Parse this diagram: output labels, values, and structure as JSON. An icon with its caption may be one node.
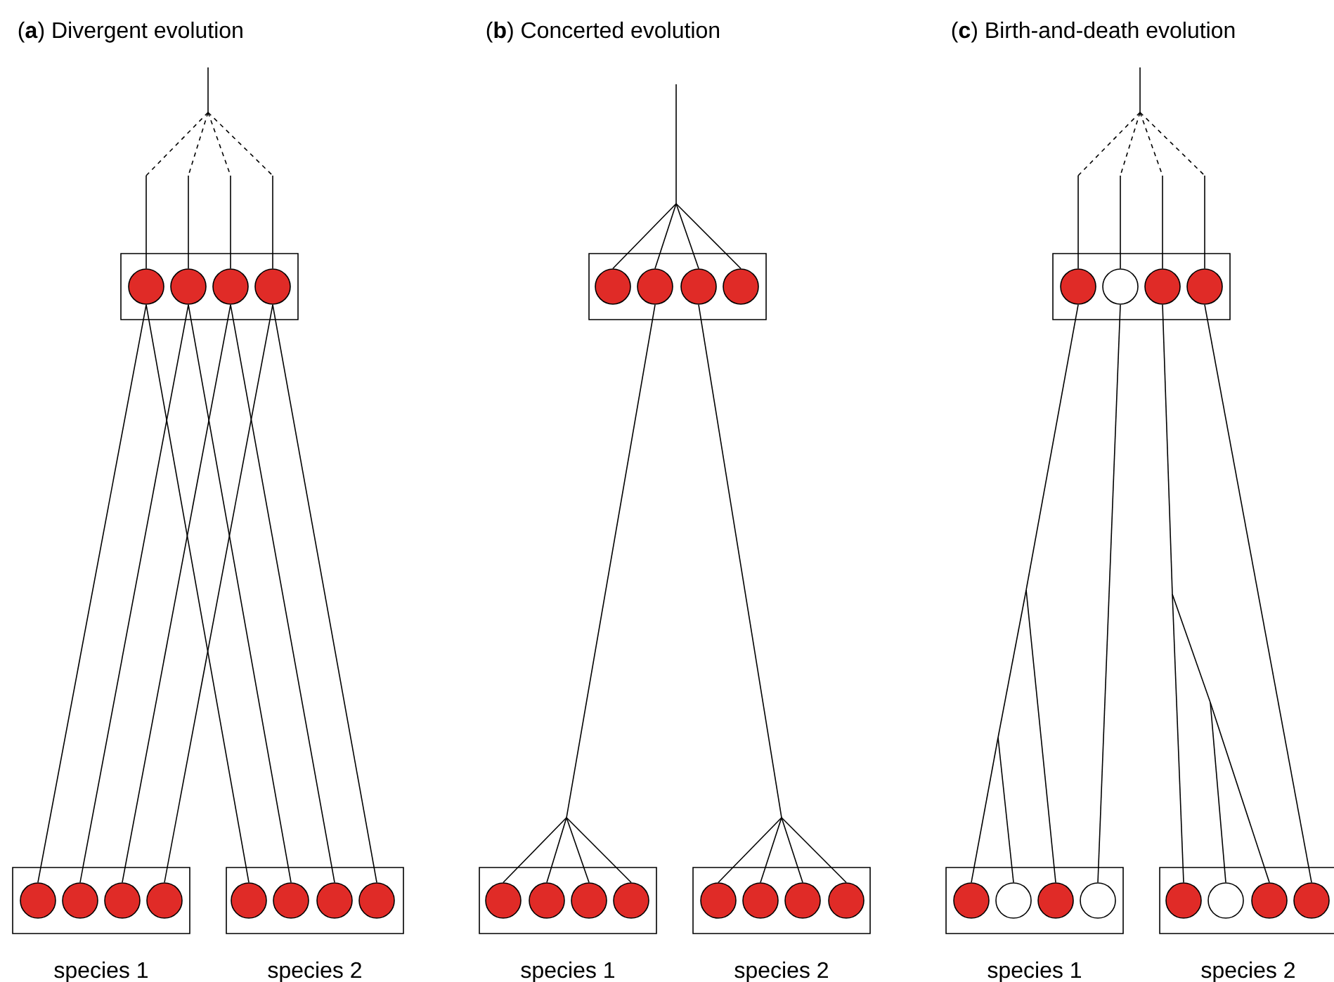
{
  "diagram": {
    "nodes": [
      {
        "text": [],
        "shape": "box"
      },
      {
        "text": [],
        "shape": "circle",
        "in": 0
      },
      {
        "text": [],
        "shape": "circle",
        "in": 0
      },
      {
        "text": [],
        "shape": "circle",
        "in": 0
      },
      {
        "text": [],
        "shape": "circle",
        "in": 0
      },
      {
        "text": [],
        "shape": "box",
        "beside": [
          "species 1"
        ]
      },
      {
        "text": [],
        "shape": "circle",
        "in": 5
      },
      {
        "text": [],
        "shape": "circle",
        "in": 5
      },
      {
        "text": [],
        "shape": "circle",
        "in": 5
      },
      {
        "text": [],
        "shape": "circle",
        "in": 5
      },
      {
        "text": [],
        "shape": "box",
        "beside": [
          "species 2"
        ]
      },
      {
        "text": [],
        "shape": "circle",
        "in": 10
      },
      {
        "text": [],
        "shape": "circle",
        "in": 10
      },
      {
        "text": [],
        "shape": "circle",
        "in": 10
      },
      {
        "text": [],
        "shape": "circle",
        "in": 10
      },
      {
        "text": [],
        "shape": "box"
      },
      {
        "text": [],
        "shape": "circle",
        "in": 15
      },
      {
        "text": [],
        "shape": "circle",
        "in": 15
      },
      {
        "text": [],
        "shape": "circle",
        "in": 15
      },
      {
        "text": [],
        "shape": "circle",
        "in": 15
      },
      {
        "text": [],
        "shape": "box",
        "beside": [
          "species 1"
        ]
      },
      {
        "text": [],
        "shape": "circle",
        "in": 20
      },
      {
        "text": [],
        "shape": "circle",
        "in": 20
      },
      {
        "text": [],
        "shape": "circle",
        "in": 20
      },
      {
        "text": [],
        "shape": "circle",
        "in": 20
      },
      {
        "text": [],
        "shape": "box",
        "beside": [
          "species 2"
        ]
      },
      {
        "text": [],
        "shape": "circle",
        "in": 25
      },
      {
        "text": [],
        "shape": "circle",
        "in": 25
      },
      {
        "text": [],
        "shape": "circle",
        "in": 25
      },
      {
        "text": [],
        "shape": "circle",
        "in": 25
      },
      {
        "text": [],
        "shape": "box"
      },
      {
        "text": [],
        "shape": "circle",
        "in": 30
      },
      {
        "text": [],
        "shape": "circle",
        "in": 30
      },
      {
        "text": [],
        "shape": "circle",
        "in": 30
      },
      {
        "text": [],
        "shape": "circle",
        "in": 30
      },
      {
        "text": [],
        "shape": "box",
        "beside": [
          "species 1"
        ]
      },
      {
        "text": [],
        "shape": "circle",
        "in": 35
      },
      {
        "text": [],
        "shape": "circle",
        "in": 35
      },
      {
        "text": [],
        "shape": "circle",
        "in": 35
      },
      {
        "text": [],
        "shape": "circle",
        "in": 35
      },
      {
        "text": [],
        "shape": "box",
        "beside": [
          "species 2"
        ]
      },
      {
        "text": [],
        "shape": "circle",
        "in": 40
      },
      {
        "text": [],
        "shape": "circle",
        "in": 40
      },
      {
        "text": [],
        "shape": "circle",
        "in": 40
      },
      {
        "text": [],
        "shape": "circle",
        "in": 40
      }
    ],
    "edges": [
      {
        "from": null,
        "to": 1,
        "arrow": "none"
      },
      {
        "from": null,
        "to": 2,
        "arrow": "none"
      },
      {
        "from": null,
        "to": 3,
        "arrow": "none"
      },
      {
        "from": null,
        "to": 4,
        "arrow": "none"
      },
      {
        "from": 1,
        "to": 6,
        "arrow": "none"
      },
      {
        "from": 1,
        "to": 11,
        "arrow": "none"
      },
      {
        "from": 2,
        "to": 7,
        "arrow": "none"
      },
      {
        "from": 2,
        "to": 12,
        "arrow": "none"
      },
      {
        "from": 3,
        "to": 8,
        "arrow": "none"
      },
      {
        "from": 3,
        "to": 13,
        "arrow": "none"
      },
      {
        "from": 4,
        "to": 9,
        "arrow": "none"
      },
      {
        "from": 4,
        "to": 14,
        "arrow": "none"
      },
      {
        "from": null,
        "to": 16,
        "arrow": "none"
      },
      {
        "from": null,
        "to": 17,
        "arrow": "none"
      },
      {
        "from": null,
        "to": 18,
        "arrow": "none"
      },
      {
        "from": null,
        "to": 19,
        "arrow": "none"
      },
      {
        "from": 17,
        "to": 21,
        "arrow": "none"
      },
      {
        "from": 17,
        "to": 22,
        "arrow": "none"
      },
      {
        "from": 17,
        "to": 23,
        "arrow": "none"
      },
      {
        "from": 17,
        "to": 24,
        "arrow": "none"
      },
      {
        "from": 18,
        "to": 26,
        "arrow": "none"
      },
      {
        "from": 18,
        "to": 27,
        "arrow": "none"
      },
      {
        "from": 18,
        "to": 28,
        "arrow": "none"
      },
      {
        "from": 18,
        "to": 29,
        "arrow": "none"
      },
      {
        "from": null,
        "to": 31,
        "arrow": "none"
      },
      {
        "from": null,
        "to": 32,
        "arrow": "none"
      },
      {
        "from": null,
        "to": 33,
        "arrow": "none"
      },
      {
        "from": null,
        "to": 34,
        "arrow": "none"
      },
      {
        "from": 31,
        "to": 36,
        "arrow": "none"
      },
      {
        "from": 31,
        "to": 37,
        "arrow": "none"
      },
      {
        "from": 31,
        "to": 38,
        "arrow": "none"
      },
      {
        "from": 32,
        "to": 39,
        "arrow": "none"
      },
      {
        "from": 33,
        "to": 41,
        "arrow": "none"
      },
      {
        "from": 33,
        "to": 42,
        "arrow": "none"
      },
      {
        "from": 33,
        "to": 43,
        "arrow": "none"
      },
      {
        "from": 34,
        "to": 44,
        "arrow": "none"
      }
    ],
    "labels": [
      "(**a**) Divergent evolution",
      "(**b**) Concerted evolution",
      "(**c**) Birth-and-death evolution"
    ]
  }
}
